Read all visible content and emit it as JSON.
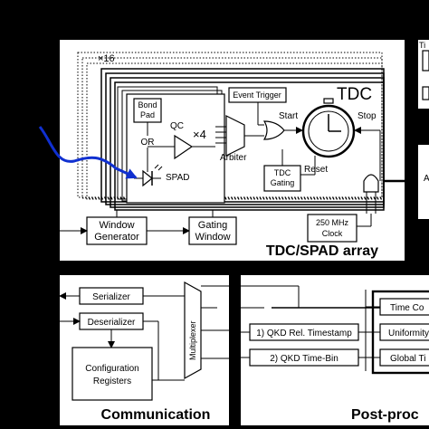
{
  "tdc_spad_section": {
    "title": "TDC/SPAD array",
    "stack_label_outer": "×16",
    "stack_label_inner": "×4",
    "bond_pad": [
      "Bond",
      "Pad"
    ],
    "or_label": "OR",
    "qc_label": "QC",
    "spad_label": "SPAD",
    "arbiter_label": "Arbiter",
    "event_trigger": "Event Trigger",
    "start_label": "Start",
    "stop_label": "Stop",
    "tdc_label": "TDC",
    "reset_label": "Reset",
    "tdc_gating": [
      "TDC",
      "Gating"
    ],
    "window_generator": [
      "Window",
      "Generator"
    ],
    "gating_window": [
      "Gating",
      "Window"
    ],
    "clock": [
      "250 MHz",
      "Clock"
    ]
  },
  "communication_section": {
    "title": "Communication",
    "serializer": "Serializer",
    "deserializer": "Deserializer",
    "config_registers": [
      "Configuration",
      "Registers"
    ],
    "multiplexer": "Multiplexer"
  },
  "postprocessing_section": {
    "title": "Post-proc",
    "qkd_timestamp": "1) QKD Rel. Timestamp",
    "qkd_timebin": "2) QKD Time-Bin",
    "time_co": "Time Co",
    "uniformity": "Uniformity",
    "global_ti": "Global Ti"
  },
  "right_edge": {
    "top_fragment": "Ti",
    "mid_fragment": "A"
  },
  "colors": {
    "background": "#000000",
    "panel": "#ffffff",
    "photon_arrow": "#1030d0"
  }
}
